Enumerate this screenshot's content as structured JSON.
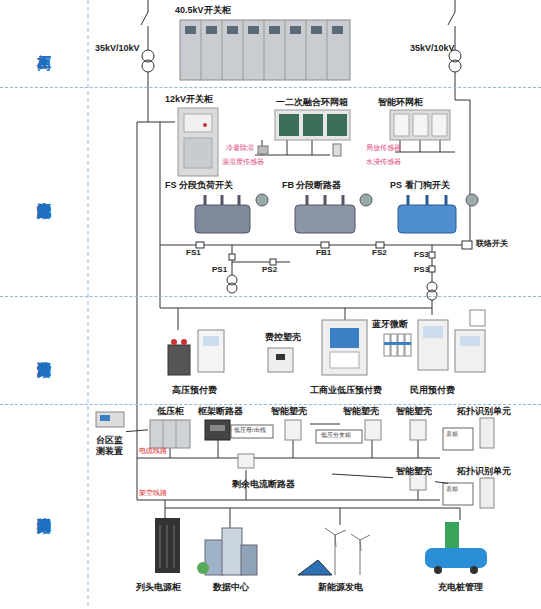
{
  "diagram": {
    "nodes": [
      {
        "text": [
          "高压柜"
        ]
      },
      {
        "text": [
          "40.5kV开关柜"
        ],
        "in": 0
      },
      {
        "text": [
          "中低压故障自愈解决方案"
        ]
      },
      {
        "text": [
          "12kV开关柜"
        ],
        "in": 2
      },
      {
        "text": [
          "一二次融合环网箱"
        ],
        "in": 2
      },
      {
        "text": [
          "智能环网柜"
        ],
        "in": 2
      },
      {
        "text": [
          "FS 分段负荷开关"
        ],
        "in": 2
      },
      {
        "text": [
          "FB 分段断路器"
        ],
        "in": 2
      },
      {
        "text": [
          "PS 看门狗开关"
        ],
        "in": 2
      },
      {
        "text": [
          "预付费解决方案"
        ]
      },
      {
        "text": [
          "高压预付费"
        ],
        "in": 9
      },
      {
        "text": [
          "费控塑壳"
        ],
        "in": 9
      },
      {
        "text": [
          "工商业低压预付费"
        ],
        "in": 9
      },
      {
        "text": [
          "蓝牙微断"
        ],
        "in": 9
      },
      {
        "text": [
          "民用预付费"
        ],
        "in": 9
      },
      {
        "text": [
          "物联网解决方案"
        ]
      },
      {
        "text": [
          "台区监测装置"
        ],
        "in": 15
      },
      {
        "text": [
          "低压柜"
        ],
        "in": 15
      },
      {
        "text": [
          "框架断路器"
        ],
        "in": 15
      },
      {
        "text": [
          "智能塑壳"
        ],
        "in": 15
      },
      {
        "text": [
          "智能塑壳"
        ],
        "in": 15
      },
      {
        "text": [
          "智能塑壳"
        ],
        "in": 15
      },
      {
        "text": [
          "拓扑识别单元"
        ],
        "in": 15
      },
      {
        "text": [
          "剩余电流断路器"
        ],
        "in": 15
      },
      {
        "text": [
          "智能塑壳"
        ],
        "in": 15
      },
      {
        "text": [
          "拓扑识别单元"
        ],
        "in": 15
      },
      {
        "text": [
          "列头电源柜"
        ],
        "in": 15
      },
      {
        "text": [
          "数据中心"
        ],
        "in": 15
      },
      {
        "text": [
          "新能源发电"
        ],
        "in": 15
      },
      {
        "text": [
          "充电桩管理"
        ],
        "in": 15
      }
    ],
    "edges": [
      {
        "from": 16,
        "to": 17,
        "arrow": "none"
      },
      {
        "from": 19,
        "to": 20,
        "arrow": "none"
      },
      {
        "from": 23,
        "to": 24,
        "arrow": "none"
      },
      {
        "from": 24,
        "to": 25,
        "arrow": "none"
      }
    ],
    "labels": [
      "35kV/10kV",
      "35kV/10kV",
      "冷凝除湿",
      "温湿度传感器",
      "局放传感器",
      "水浸传感器",
      "FS1",
      "FB1",
      "FS2",
      "联络开关",
      "PS1",
      "PS2",
      "FS3",
      "PS3",
      "低压母/出线",
      "低压分支箱",
      "表箱",
      "表箱",
      "电缆线路",
      "架空线路"
    ]
  }
}
